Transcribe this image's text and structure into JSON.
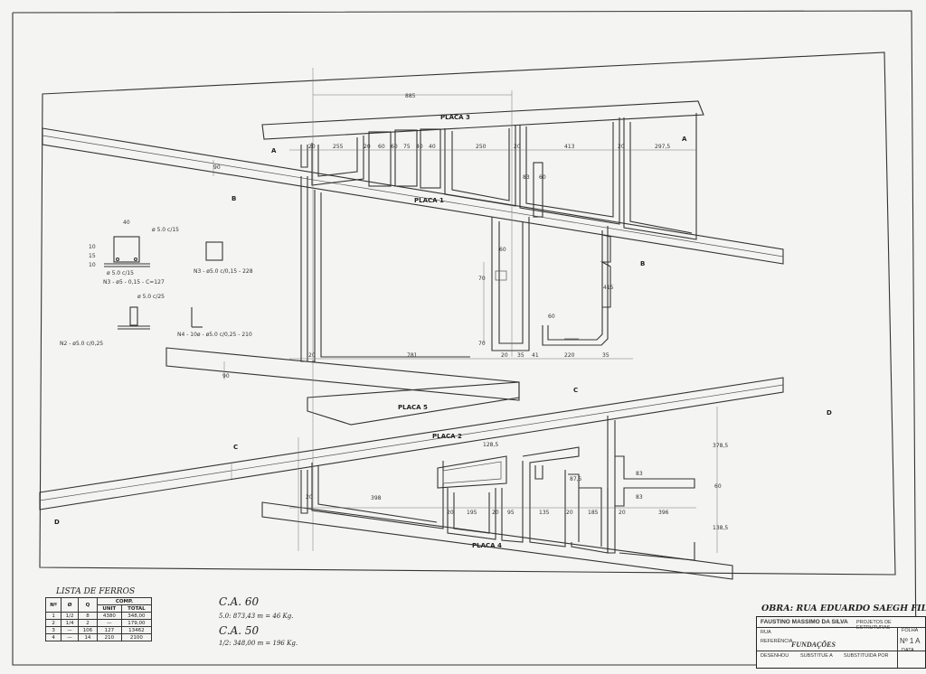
{
  "title_block": {
    "obra": "OBRA: RUA EDUARDO SAEGH FILHO",
    "author": "FAUSTINO MASSIMO DA SILVA",
    "office": "PROJETOS DE ESTRUTURAS",
    "field_rua": "RUA",
    "field_referencia": "REFERÊNCIA",
    "subject": "FUNDAÇÕES",
    "folha_label": "FOLHA",
    "folha_value": "Nº 1 A",
    "field_desenhou": "DESENHOU",
    "field_substitui": "SUBSTITUE A",
    "field_substituida": "SUBSTITUIDA POR",
    "field_data": "DATA"
  },
  "rebar_list": {
    "title": "LISTA DE FERROS",
    "headers": [
      "Nº",
      "Ø",
      "Q",
      "COMP."
    ],
    "sub_headers": [
      "UNIT",
      "TOTAL"
    ],
    "rows": [
      [
        "1",
        "1/2",
        "8",
        "4380",
        "348,00"
      ],
      [
        "2",
        "1/4",
        "2",
        "—",
        "179,00"
      ],
      [
        "3",
        "—",
        "106",
        "127",
        "13462"
      ],
      [
        "4",
        "—",
        "14",
        "210",
        "2100"
      ]
    ]
  },
  "steel_notes": {
    "ca60_title": "C.A. 60",
    "ca60_text": "5.0: 873,43 m = 46 Kg.",
    "ca50_title": "C.A. 50",
    "ca50_text": "1/2: 348,00 m = 196 Kg."
  },
  "plan": {
    "slab_labels": [
      "PLACA 3",
      "PLACA 1",
      "PLACA 5",
      "PLACA 2",
      "PLACA 4"
    ],
    "section_marks": [
      "A",
      "A",
      "B",
      "B",
      "C",
      "C",
      "D",
      "D"
    ],
    "top_dimension": "885",
    "dims_top": [
      "20",
      "255",
      "20",
      "60",
      "60",
      "75",
      "40",
      "40",
      "250",
      "20",
      "413",
      "20",
      "297,5"
    ],
    "dims_mid": [
      "20",
      "781",
      "20",
      "35",
      "41",
      "220",
      "35"
    ],
    "dims_bottom": [
      "20",
      "398",
      "20",
      "195",
      "20",
      "95",
      "135",
      "20",
      "185",
      "20",
      "396"
    ],
    "dims_misc": [
      "90",
      "70",
      "70",
      "60",
      "60",
      "415",
      "83",
      "90",
      "60",
      "128,5",
      "87,5",
      "83",
      "83",
      "378,5",
      "60",
      "138,5"
    ]
  },
  "details": {
    "stirrup_label": "ø 5.0 c/15",
    "detail_a": "ø 5.0 c/15",
    "detail_a_caption": "N3 - ø5 - 0,15 - C=127",
    "detail_b_caption": "N3 - ø5.0 c/0,15 - 228",
    "detail_b_dims": [
      "40",
      "10",
      "15",
      "10"
    ],
    "detail_c_label": "ø 5.0 c/25",
    "detail_c_caption": "N4 - 10ø - ø5.0 c/0,25 - 210",
    "detail_c_left": "N2 - ø5.0 c/0,25"
  },
  "colors": {
    "paper": "#f4f4f2",
    "ink": "#333333"
  }
}
